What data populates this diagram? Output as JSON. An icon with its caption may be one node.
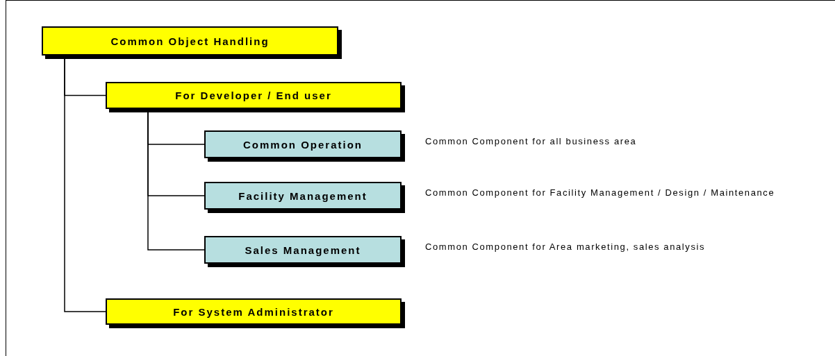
{
  "diagram": {
    "nodes": [
      {
        "text": [
          "Common Object Handling"
        ]
      },
      {
        "text": [
          "For Developer / End user"
        ]
      },
      {
        "text": [
          "Common Operation"
        ],
        "beside": [
          "Common Component for all business area"
        ]
      },
      {
        "text": [
          "Facility Management"
        ],
        "beside": [
          "Common Component for Facility Management / Design / Maintenance"
        ]
      },
      {
        "text": [
          "Sales Management"
        ],
        "beside": [
          "Common Component for Area marketing, sales analysis"
        ]
      },
      {
        "text": [
          "For System Administrator"
        ]
      }
    ],
    "edges": [
      {
        "from": 0,
        "to": 1,
        "arrow": "none"
      },
      {
        "from": 0,
        "to": 5,
        "arrow": "none"
      },
      {
        "from": 1,
        "to": 2,
        "arrow": "none"
      },
      {
        "from": 1,
        "to": 3,
        "arrow": "none"
      },
      {
        "from": 1,
        "to": 4,
        "arrow": "none"
      }
    ]
  }
}
